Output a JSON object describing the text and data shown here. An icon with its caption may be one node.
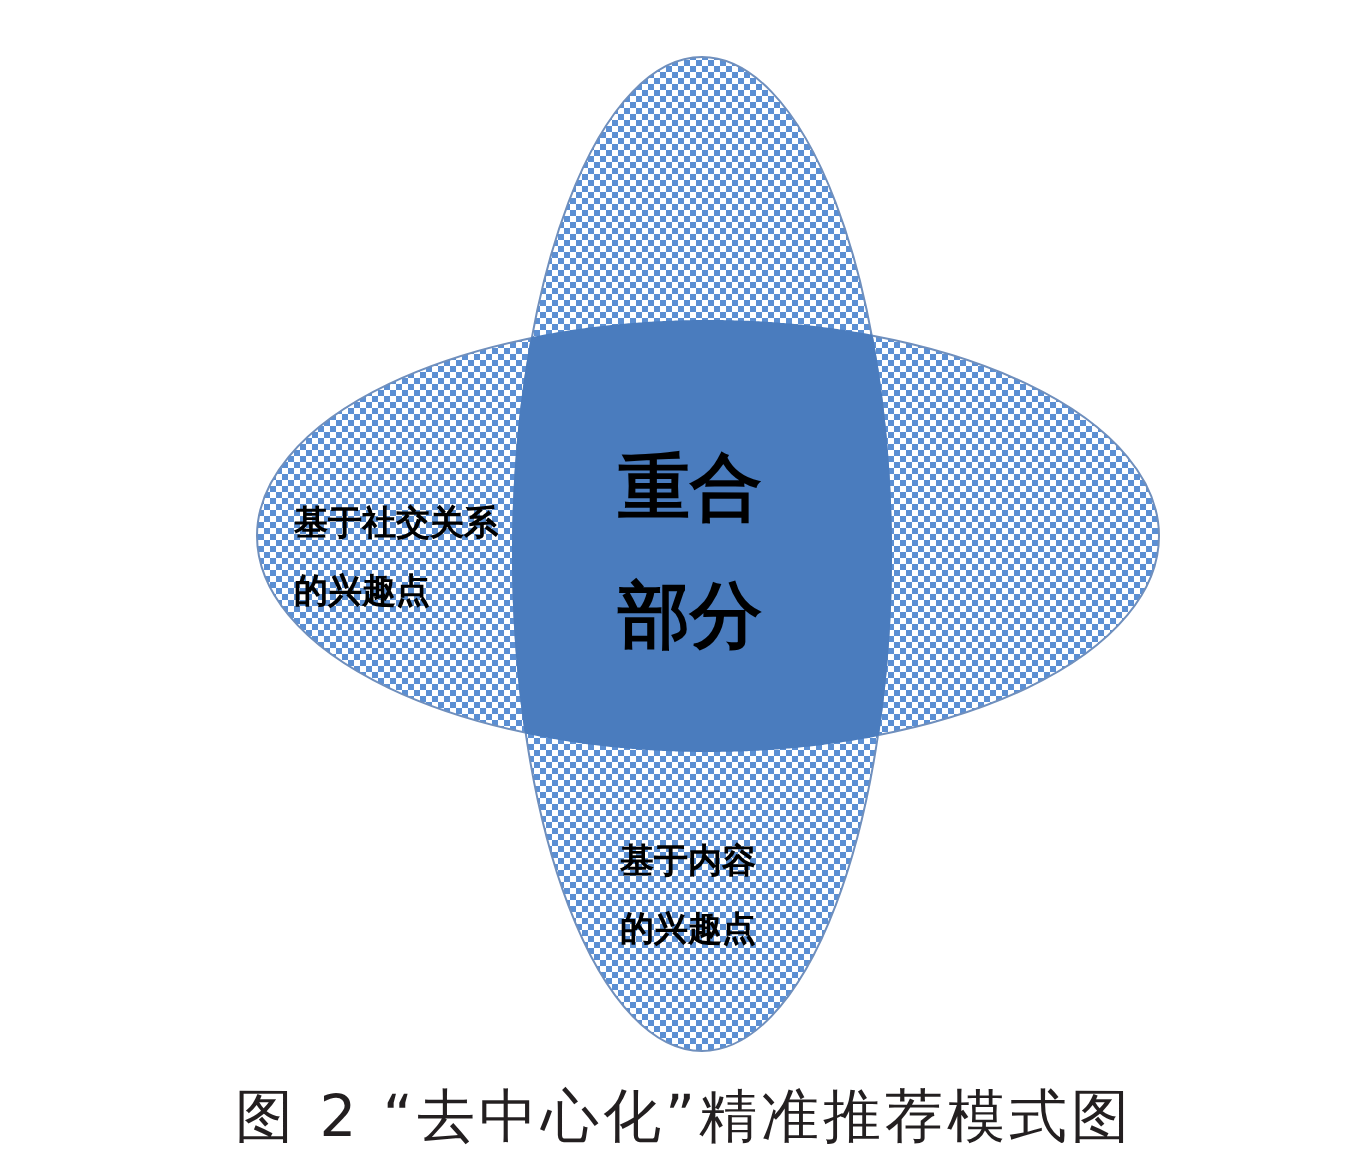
{
  "diagram": {
    "caption": "图 2 “去中心化”精准推荐模式图",
    "nodes": [
      {
        "text": [
          "基于社交关系的兴趣点"
        ]
      },
      {
        "text": [
          "重合部分"
        ]
      },
      {
        "text": [
          "基于内容的兴趣点"
        ]
      }
    ]
  }
}
